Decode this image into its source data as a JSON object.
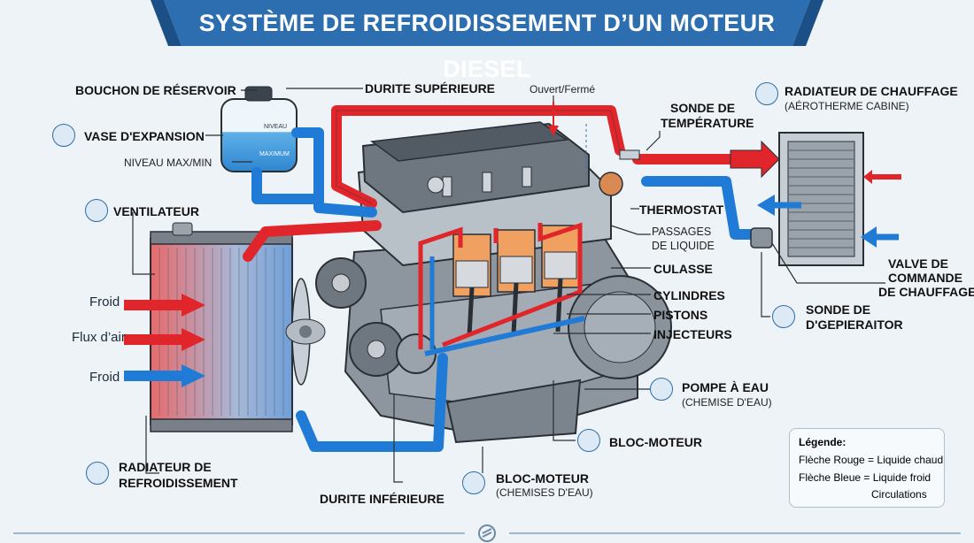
{
  "title": "SYSTÈME DE REFROIDISSEMENT D’UN MOTEUR DIESEL",
  "labels": {
    "bouchon": "BOUCHON DE RÉSERVOIR",
    "durite_sup": "DURITE SUPÉRIEURE",
    "ouvert_ferme": "Ouvert/Fermé",
    "sonde_temp_1": "SONDE DE",
    "sonde_temp_2": "TEMPÉRATURE",
    "radiateur_chauffage": "RADIATEUR DE CHAUFFAGE",
    "aerotherme": "(AÉROTHERME CABINE)",
    "vase": "VASE D'EXPANSION",
    "niveau": "NIVEAU MAX/MIN",
    "tank_top": "NIVEAU",
    "tank_bottom": "MAXIMUM",
    "ventilateur": "VENTILATEUR",
    "thermostat": "THERMOSTAT",
    "passages_1": "PASSAGES",
    "passages_2": "DE LIQUIDE",
    "culasse": "CULASSE",
    "cylindres": "CYLINDRES",
    "pistons": "PISTONS",
    "injecteurs": "INJECTEURS",
    "valve_1": "VALVE DE",
    "valve_2": "COMMANDE",
    "valve_3": "DE CHAUFFAGE",
    "sonde_bas_1": "SONDE DE",
    "sonde_bas_2": "D'GEPIERAITOR",
    "pompe": "POMPE À EAU",
    "pompe_sub": "(CHEMISE D'EAU)",
    "bloc_moteur_right": "BLOC-MOTEUR",
    "bloc_moteur_bottom": "BLOC-MOTEUR",
    "bloc_moteur_sub": "(CHEMISES D'EAU)",
    "radiateur_refroid_1": "RADIATEUR DE",
    "radiateur_refroid_2": "REFROIDISSEMENT",
    "durite_inf": "DURITE INFÉRIEURE",
    "froid_1": "Froid",
    "flux_air": "Flux d’air",
    "froid_2": "Froid"
  },
  "legend": {
    "title": "Légende:",
    "row1": "Flèche Rouge = Liquide chaud",
    "row2": "Flèche Bleue  = Liquide froid",
    "row3": "Circulations"
  },
  "colors": {
    "hot": "#e0262b",
    "cold": "#1f7bd6",
    "banner": "#2d6eb0",
    "engine": "#b8c0c8"
  }
}
